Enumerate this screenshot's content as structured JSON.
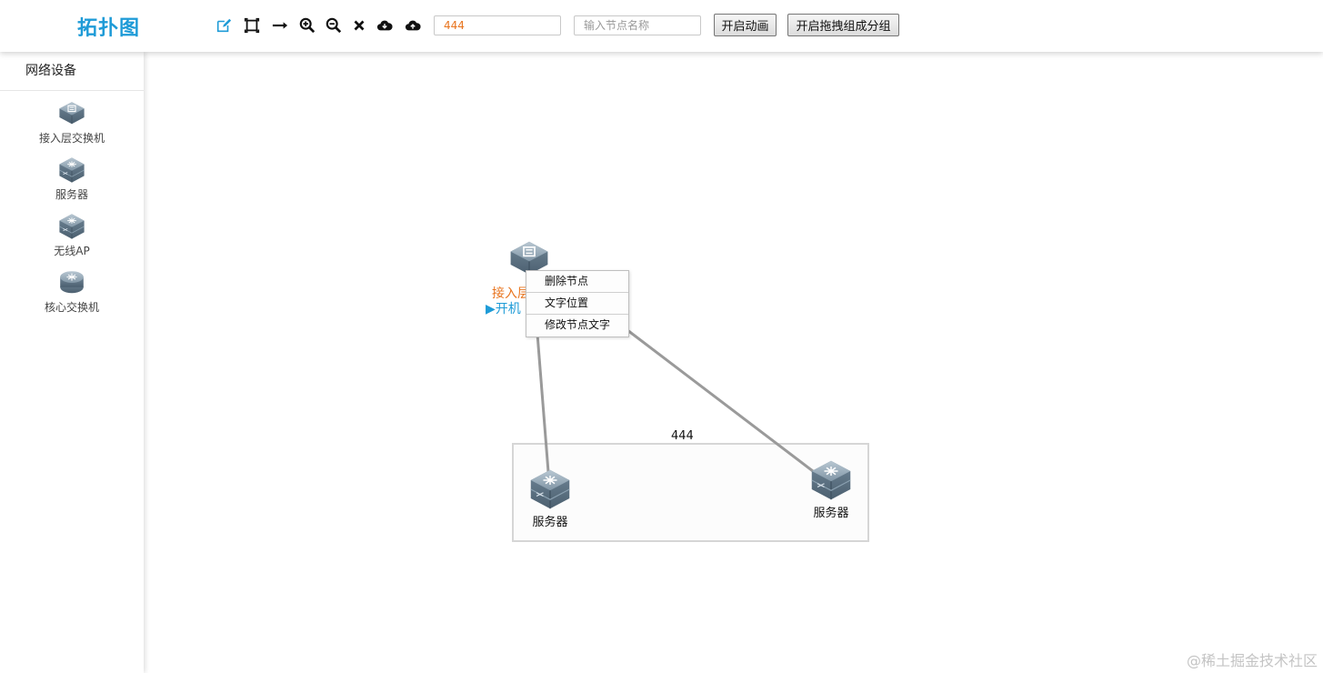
{
  "header": {
    "title": "拓扑图",
    "tools": [
      "edit-icon",
      "fit-view-icon",
      "line-icon",
      "zoom-in-icon",
      "zoom-out-icon",
      "delete-icon",
      "cloud-download-icon",
      "cloud-upload-icon"
    ],
    "group_input_value": "444",
    "node_input_placeholder": "输入节点名称",
    "animation_button": "开启动画",
    "drag_group_button": "开启拖拽组成分组"
  },
  "sidebar": {
    "title": "网络设备",
    "devices": [
      {
        "label": "接入层交换机",
        "icon": "access-switch-icon"
      },
      {
        "label": "服务器",
        "icon": "server-icon"
      },
      {
        "label": "无线AP",
        "icon": "wireless-ap-icon"
      },
      {
        "label": "核心交换机",
        "icon": "core-switch-icon"
      }
    ]
  },
  "canvas": {
    "access_node": {
      "label": "接入层",
      "status": "▶开机"
    },
    "context_menu": [
      "删除节点",
      "文字位置",
      "修改节点文字"
    ],
    "group": {
      "label": "444"
    },
    "server_nodes": [
      {
        "label": "服务器"
      },
      {
        "label": "服务器"
      }
    ]
  },
  "colors": {
    "accent": "#1e9bd7",
    "orange": "#e8741e",
    "link": "#9a9a9a"
  },
  "watermark": "@稀土掘金技术社区"
}
